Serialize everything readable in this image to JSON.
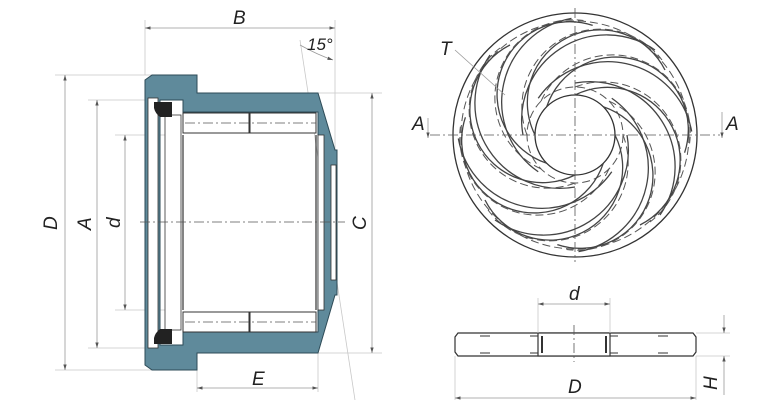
{
  "left_view": {
    "labels": {
      "B": "B",
      "angle": "15°",
      "D": "D",
      "A": "A",
      "d": "d",
      "C": "C",
      "E": "E"
    }
  },
  "right_view": {
    "labels": {
      "T": "T",
      "section_left": "A",
      "section_right": "A",
      "d": "d",
      "D": "D",
      "H": "H"
    }
  },
  "colors": {
    "housing": "#5f8a9b",
    "line": "#333333"
  }
}
